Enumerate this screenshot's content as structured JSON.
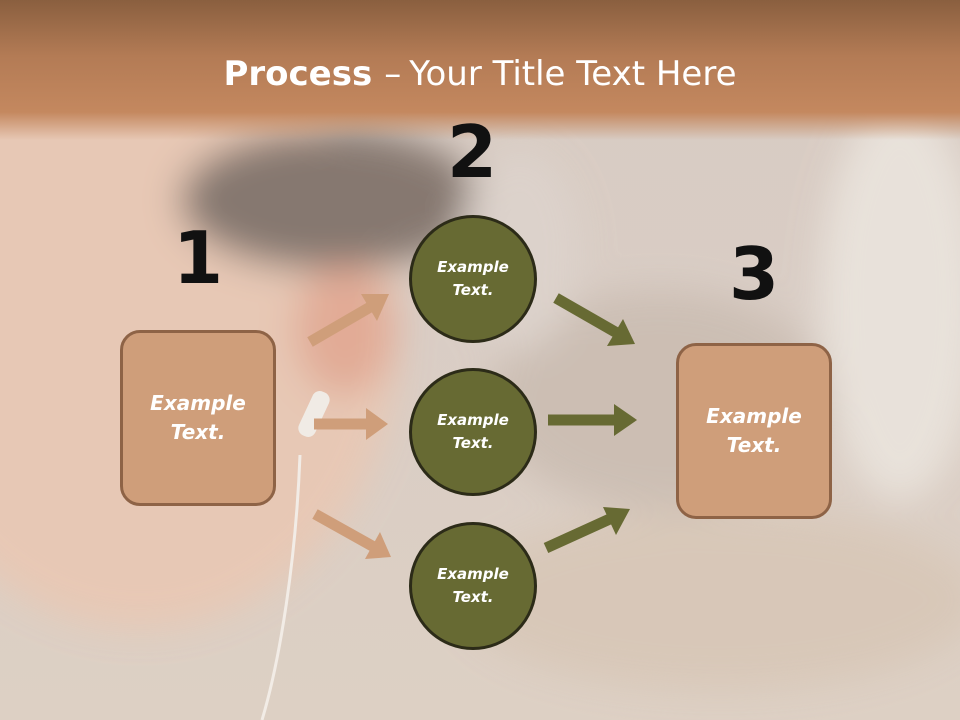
{
  "colors": {
    "title_band": "#b37b55",
    "box_fill": "#cf9e7a",
    "box_border": "#8e6346",
    "circle_fill": "#676a33",
    "circle_border": "#2c2b18",
    "arrow_in": "#cf9e7a",
    "arrow_out": "#676a33"
  },
  "slide": {
    "title_strong": "Process",
    "title_dash": "–",
    "title_rest": "Your Title Text Here"
  },
  "steps": {
    "step1": {
      "number": "1",
      "text": "Example\nText."
    },
    "step2": {
      "number": "2",
      "circles": [
        {
          "text": "Example\nText."
        },
        {
          "text": "Example\nText."
        },
        {
          "text": "Example\nText."
        }
      ]
    },
    "step3": {
      "number": "3",
      "text": "Example\nText."
    }
  }
}
